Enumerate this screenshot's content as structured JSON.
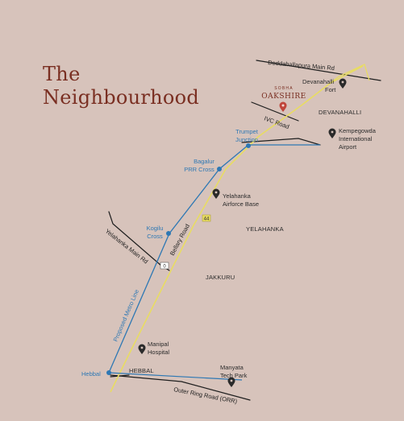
{
  "title": {
    "line1": "The",
    "line2": "Neighbourhood"
  },
  "project": {
    "brand": "SOBHA",
    "name": "OAKSHIRE"
  },
  "areas": {
    "devanahalli": "DEVANAHALLI",
    "yelahanka": "YELAHANKA",
    "jakkuru": "JAKKURU",
    "hebbal": "HEBBAL"
  },
  "landmarks": {
    "fort": {
      "line1": "Devanahalli",
      "line2": "Fort"
    },
    "airport": {
      "line1": "Kempegowda",
      "line2": "International",
      "line3": "Airport"
    },
    "airforce": {
      "line1": "Yelahanka",
      "line2": "Airforce Base"
    },
    "manipal": {
      "line1": "Manipal",
      "line2": "Hospital"
    },
    "manyata": {
      "line1": "Manyata",
      "line2": "Tech Park"
    }
  },
  "metro_stations": {
    "trumpet": {
      "line1": "Trumpet",
      "line2": "Junction"
    },
    "bagalur": {
      "line1": "Bagalur",
      "line2": "PRR Cross"
    },
    "kogilu": {
      "line1": "Kogilu",
      "line2": "Cross"
    },
    "hebbal": "Hebbal"
  },
  "roads": {
    "doddaballapura": "Doddaballapura Main Rd",
    "ivc": "IVC Road",
    "yelahanka_main": "Yelahanka Main Rd",
    "bellary": "Bellary Road",
    "metro_line": "Proposed Metro Line",
    "orr": "Outer Ring Road (ORR)"
  },
  "shields": {
    "nh44": "44",
    "junction": "0"
  },
  "colors": {
    "background": "#d7c3bb",
    "title": "#7a2f22",
    "highway": "#e8dc62",
    "metro": "#2e78b4",
    "road": "#1e1e1e",
    "project_pin": "#c0453a",
    "landmark_pin": "#2a2a2a"
  }
}
